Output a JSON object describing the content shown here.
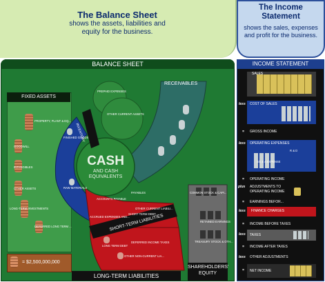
{
  "balance_sheet_header": {
    "title": "The Balance Sheet",
    "subtitle": "shows the assets, liabilities and equity for the business."
  },
  "income_statement_header": {
    "title": "The Income Statement",
    "subtitle": "shows the sales, expenses and profit for the business."
  },
  "balance_sheet": {
    "bar_title": "BALANCE SHEET",
    "fixed_assets": {
      "title": "FIXED ASSETS",
      "items": [
        "PROPERTY, PLANT & EQ...",
        "GOODWILL",
        "INTANGIBLES",
        "OTHER ASSETS",
        "LONG-TERM INVESTMENTS",
        "DEFERRED LONG TERM ..."
      ]
    },
    "receivables": {
      "title": "RECEIVABLES"
    },
    "other_items": {
      "prepaid": "PREPAID EXPENSES",
      "other_current_assets": "OTHER CURRENT ASSETS"
    },
    "inventory": {
      "title": "INVENTORY",
      "finished_goods": "FINISHED GOODS",
      "raw_materials": "RAW MATERIALS"
    },
    "cash": {
      "title": "CASH",
      "subtitle": "AND CASH\nEQUIVALENTS"
    },
    "short_term_liabilities": {
      "title": "SHORT-TERM LIABILITIES",
      "items": [
        "PAYABLES",
        "ACCOUNTS PAYABLE",
        "OTHER CURRENT LIABILI...",
        "SHORT TERM DEBT...",
        "ACCRUED EXPENSES AND..."
      ]
    },
    "long_term_liabilities": {
      "title": "LONG-TERM LIABILITIES",
      "items": [
        "LONG TERM DEBT",
        "DEFERRED INCOME TAXES",
        "OTHER NON-CURRENT LIA..."
      ]
    },
    "shareholders_equity": {
      "title": "SHAREHOLDERS' EQUITY",
      "items": [
        "COMMON STOCK & CAPI...",
        "RETAINED EARNINGS",
        "TREASURY STOCK & OTH..."
      ]
    },
    "total_box": {
      "amount": "= $2,500,000,000"
    }
  },
  "income_statement": {
    "bar_title": "INCOME STATEMENT",
    "rows": [
      {
        "op": "",
        "label": "SALES"
      },
      {
        "op": "less",
        "label": "COST OF SALES"
      },
      {
        "op": "=",
        "label": "GROSS INCOME"
      },
      {
        "op": "less",
        "label": "OPERATING EXPENSES"
      },
      {
        "op": "=",
        "label": "OPERATING INCOME"
      },
      {
        "op": "plus",
        "label": "ADJUSTMENTS TO OPERATING INCOME"
      },
      {
        "op": "=",
        "label": "EARNINGS BEFOR..."
      },
      {
        "op": "less",
        "label": "FINANCE CHARGES"
      },
      {
        "op": "=",
        "label": "INCOME BEFORE TAXES"
      },
      {
        "op": "less",
        "label": "TAXES"
      },
      {
        "op": "=",
        "label": "INCOME AFTER TAXES"
      },
      {
        "op": "less",
        "label": "OTHER ADJUSTMENTS"
      },
      {
        "op": "=",
        "label": "NET INCOME"
      }
    ],
    "sub_labels": {
      "rd": "R & D",
      "sga": "SG & A EXPENSE"
    }
  },
  "colors": {
    "green_panel": "#1f7a33",
    "dark_green": "#0f4d1c",
    "navy": "#0d2a6b",
    "receivables_teal": "#2d6d66",
    "inventory_blue": "#1b3f9a",
    "liability_red": "#c0151c",
    "equity_gray": "#5a5a5a",
    "income_black": "#111111",
    "header_green": "#d8ecb6",
    "header_blue": "#c8d9ec",
    "gold": "#d9c15a"
  }
}
